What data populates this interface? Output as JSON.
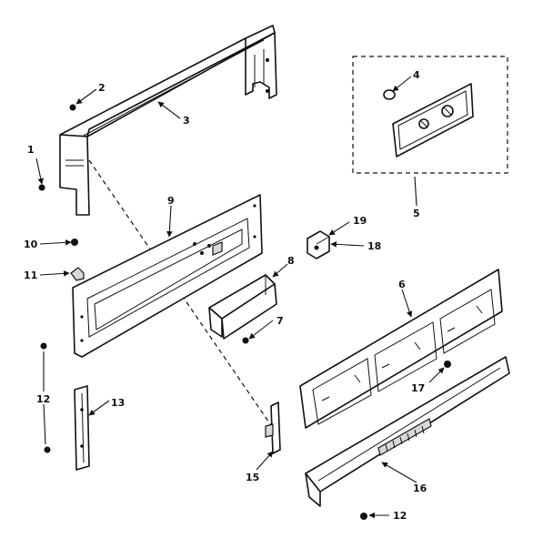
{
  "diagram": {
    "callouts": {
      "c1": "1",
      "c2": "2",
      "c3": "3",
      "c4": "4",
      "c5": "5",
      "c6": "6",
      "c7": "7",
      "c8": "8",
      "c9": "9",
      "c10": "10",
      "c11": "11",
      "c12a": "12",
      "c12b": "12",
      "c13": "13",
      "c15": "15",
      "c16": "16",
      "c17": "17",
      "c18": "18",
      "c19": "19"
    }
  }
}
